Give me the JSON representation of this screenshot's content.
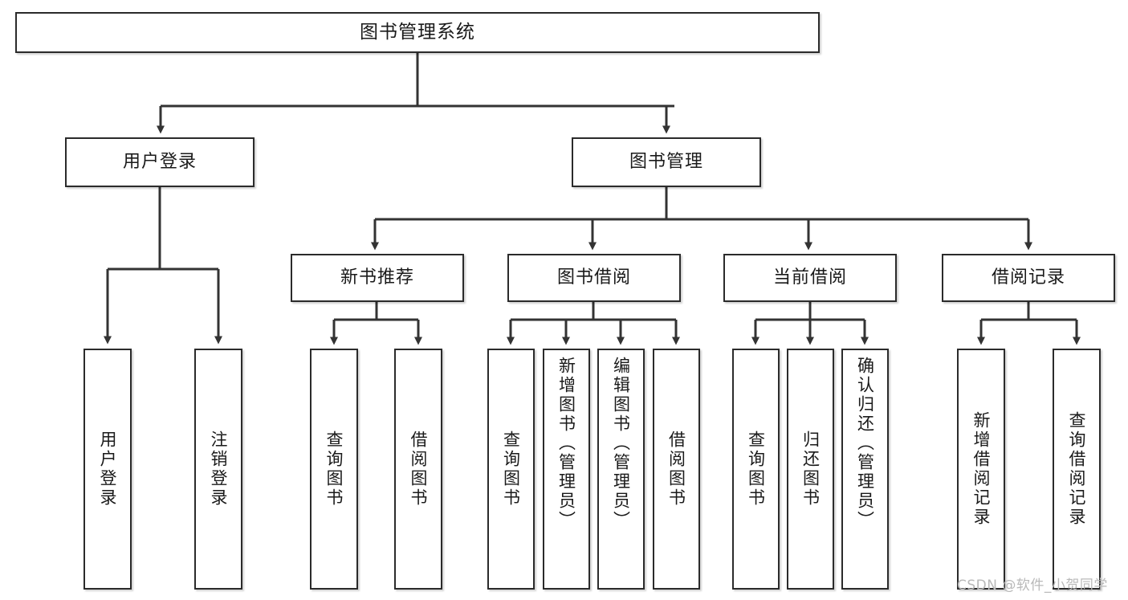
{
  "diagram": {
    "title": "图书管理系统",
    "watermark": "CSDN @软件_小贺同学",
    "colors": {
      "box_border": "#2b2b2b",
      "box_fill": "#ffffff",
      "line": "#333333",
      "text": "#1a1a1a",
      "watermark": "#b9b9b9"
    },
    "levels": {
      "level1": [
        {
          "id": "root",
          "label": "图书管理系统"
        }
      ],
      "level2": [
        {
          "id": "user-login",
          "label": "用户登录"
        },
        {
          "id": "book-management",
          "label": "图书管理"
        }
      ],
      "level3": [
        {
          "id": "new-book-recommend",
          "label": "新书推荐",
          "parent": "book-management"
        },
        {
          "id": "book-borrow",
          "label": "图书借阅",
          "parent": "book-management"
        },
        {
          "id": "current-borrow",
          "label": "当前借阅",
          "parent": "book-management"
        },
        {
          "id": "borrow-record",
          "label": "借阅记录",
          "parent": "book-management"
        }
      ],
      "leaves": [
        {
          "id": "leaf-user-login",
          "label": "用户登录",
          "parent": "user-login"
        },
        {
          "id": "leaf-logout-login",
          "label": "注销登录",
          "parent": "user-login"
        },
        {
          "id": "leaf-query-book-1",
          "label": "查询图书",
          "parent": "new-book-recommend"
        },
        {
          "id": "leaf-borrow-book-1",
          "label": "借阅图书",
          "parent": "new-book-recommend"
        },
        {
          "id": "leaf-query-book-2",
          "label": "查询图书",
          "parent": "book-borrow"
        },
        {
          "id": "leaf-add-book-admin",
          "label": "新增图书（管理员）",
          "parent": "book-borrow"
        },
        {
          "id": "leaf-edit-book-admin",
          "label": "编辑图书（管理员）",
          "parent": "book-borrow"
        },
        {
          "id": "leaf-borrow-book-2",
          "label": "借阅图书",
          "parent": "book-borrow"
        },
        {
          "id": "leaf-query-book-3",
          "label": "查询图书",
          "parent": "current-borrow"
        },
        {
          "id": "leaf-return-book",
          "label": "归还图书",
          "parent": "current-borrow"
        },
        {
          "id": "leaf-confirm-return-admin",
          "label": "确认归还（管理员）",
          "parent": "current-borrow"
        },
        {
          "id": "leaf-add-borrow-record",
          "label": "新增借阅记录",
          "parent": "borrow-record"
        },
        {
          "id": "leaf-query-borrow-record",
          "label": "查询借阅记录",
          "parent": "borrow-record"
        }
      ]
    }
  }
}
